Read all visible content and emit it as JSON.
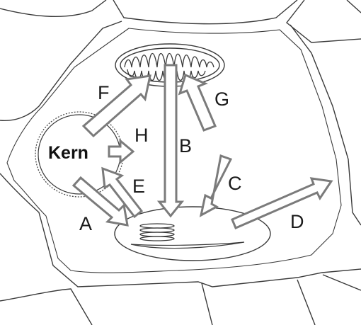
{
  "diagram": {
    "nucleus_label": "Kern",
    "arrows": [
      {
        "id": "A",
        "label": "A"
      },
      {
        "id": "B",
        "label": "B"
      },
      {
        "id": "C",
        "label": "C"
      },
      {
        "id": "D",
        "label": "D"
      },
      {
        "id": "E",
        "label": "E"
      },
      {
        "id": "F",
        "label": "F"
      },
      {
        "id": "G",
        "label": "G"
      },
      {
        "id": "H",
        "label": "H"
      }
    ]
  },
  "colors": {
    "arrow_stroke": "#7b7b7b",
    "line": "#3a3a3a",
    "background": "#ffffff"
  }
}
